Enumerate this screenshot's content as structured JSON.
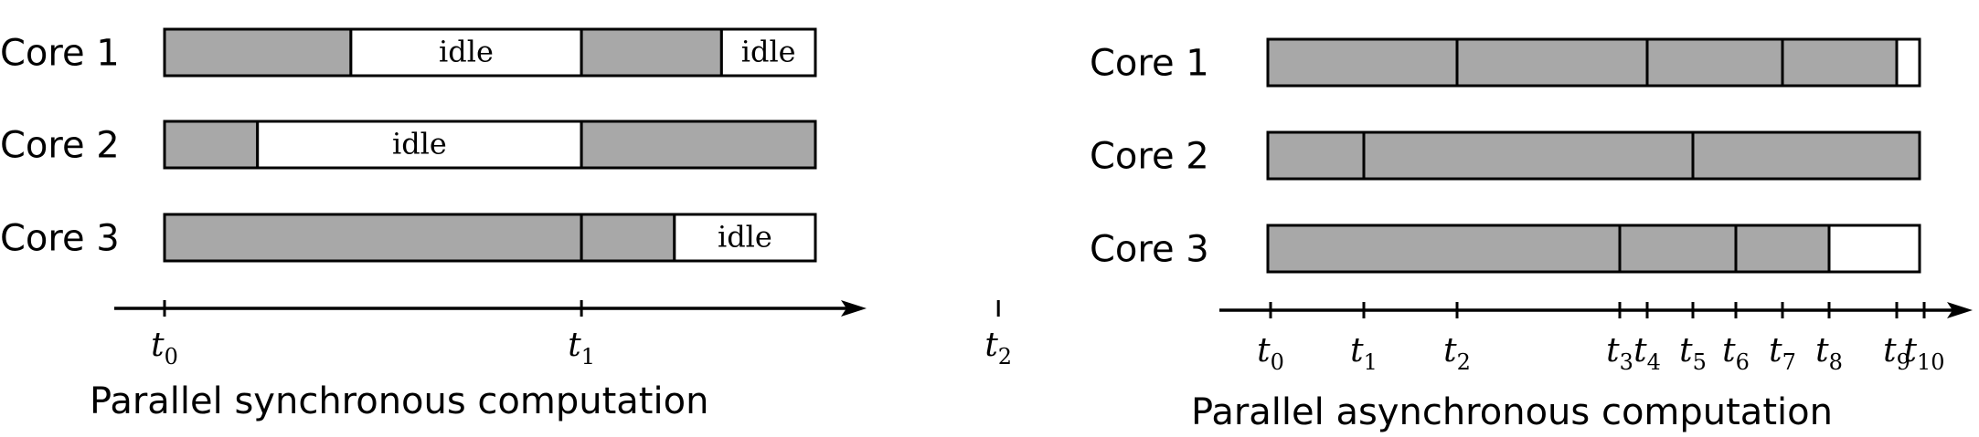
{
  "colors": {
    "busy": "#a8a8a8",
    "idle": "#ffffff",
    "stroke": "#000000"
  },
  "panels": [
    {
      "id": "sync",
      "caption": "Parallel synchronous computation",
      "ticks": [
        {
          "base": "t",
          "sub": "0",
          "value": 0
        },
        {
          "base": "t",
          "sub": "1",
          "value": 1
        },
        {
          "base": "t",
          "sub": "2",
          "value": 2
        }
      ],
      "cores": [
        {
          "label": "Core 1",
          "segments": [
            {
              "start": 0,
              "end": 0.447,
              "state": "busy",
              "text": ""
            },
            {
              "start": 0.447,
              "end": 1,
              "state": "idle",
              "text": "idle"
            },
            {
              "start": 1,
              "end": 1.336,
              "state": "busy",
              "text": ""
            },
            {
              "start": 1.336,
              "end": 1.55,
              "state": "idle",
              "text": "idle"
            }
          ]
        },
        {
          "label": "Core 2",
          "segments": [
            {
              "start": 0,
              "end": 0.223,
              "state": "busy",
              "text": ""
            },
            {
              "start": 0.223,
              "end": 1,
              "state": "idle",
              "text": "idle"
            },
            {
              "start": 1,
              "end": 1.55,
              "state": "busy",
              "text": ""
            }
          ]
        },
        {
          "label": "Core 3",
          "segments": [
            {
              "start": 0,
              "end": 1,
              "state": "busy",
              "text": ""
            },
            {
              "start": 1,
              "end": 1.223,
              "state": "busy",
              "text": ""
            },
            {
              "start": 1.223,
              "end": 1.55,
              "state": "idle",
              "text": "idle"
            }
          ]
        }
      ]
    },
    {
      "id": "async",
      "caption": "Parallel asynchronous computation",
      "ticks": [
        {
          "base": "t",
          "sub": "0",
          "value": 0
        },
        {
          "base": "t",
          "sub": "1",
          "value": 1
        },
        {
          "base": "t",
          "sub": "2",
          "value": 2
        },
        {
          "base": "t",
          "sub": "3",
          "value": 3
        },
        {
          "base": "t",
          "sub": "4",
          "value": 4
        },
        {
          "base": "t",
          "sub": "5",
          "value": 5
        },
        {
          "base": "t",
          "sub": "6",
          "value": 6
        },
        {
          "base": "t",
          "sub": "7",
          "value": 7
        },
        {
          "base": "t",
          "sub": "8",
          "value": 8
        },
        {
          "base": "t",
          "sub": "9",
          "value": 9
        },
        {
          "base": "t",
          "sub": "10",
          "value": 10
        }
      ],
      "cores": [
        {
          "label": "Core 1",
          "segments": [
            {
              "start": 0,
              "end": 2,
              "state": "busy",
              "text": ""
            },
            {
              "start": 2,
              "end": 4,
              "state": "busy",
              "text": ""
            },
            {
              "start": 4,
              "end": 7,
              "state": "busy",
              "text": ""
            },
            {
              "start": 7,
              "end": 9,
              "state": "busy",
              "text": ""
            },
            {
              "start": 9,
              "end": 10,
              "state": "idle",
              "text": ""
            }
          ]
        },
        {
          "label": "Core 2",
          "segments": [
            {
              "start": 0,
              "end": 1,
              "state": "busy",
              "text": ""
            },
            {
              "start": 1,
              "end": 5,
              "state": "busy",
              "text": ""
            },
            {
              "start": 5,
              "end": 10,
              "state": "busy",
              "text": ""
            }
          ]
        },
        {
          "label": "Core 3",
          "segments": [
            {
              "start": 0,
              "end": 3,
              "state": "busy",
              "text": ""
            },
            {
              "start": 3,
              "end": 6,
              "state": "busy",
              "text": ""
            },
            {
              "start": 6,
              "end": 8,
              "state": "busy",
              "text": ""
            },
            {
              "start": 8,
              "end": 10,
              "state": "idle",
              "text": ""
            }
          ]
        }
      ]
    }
  ]
}
